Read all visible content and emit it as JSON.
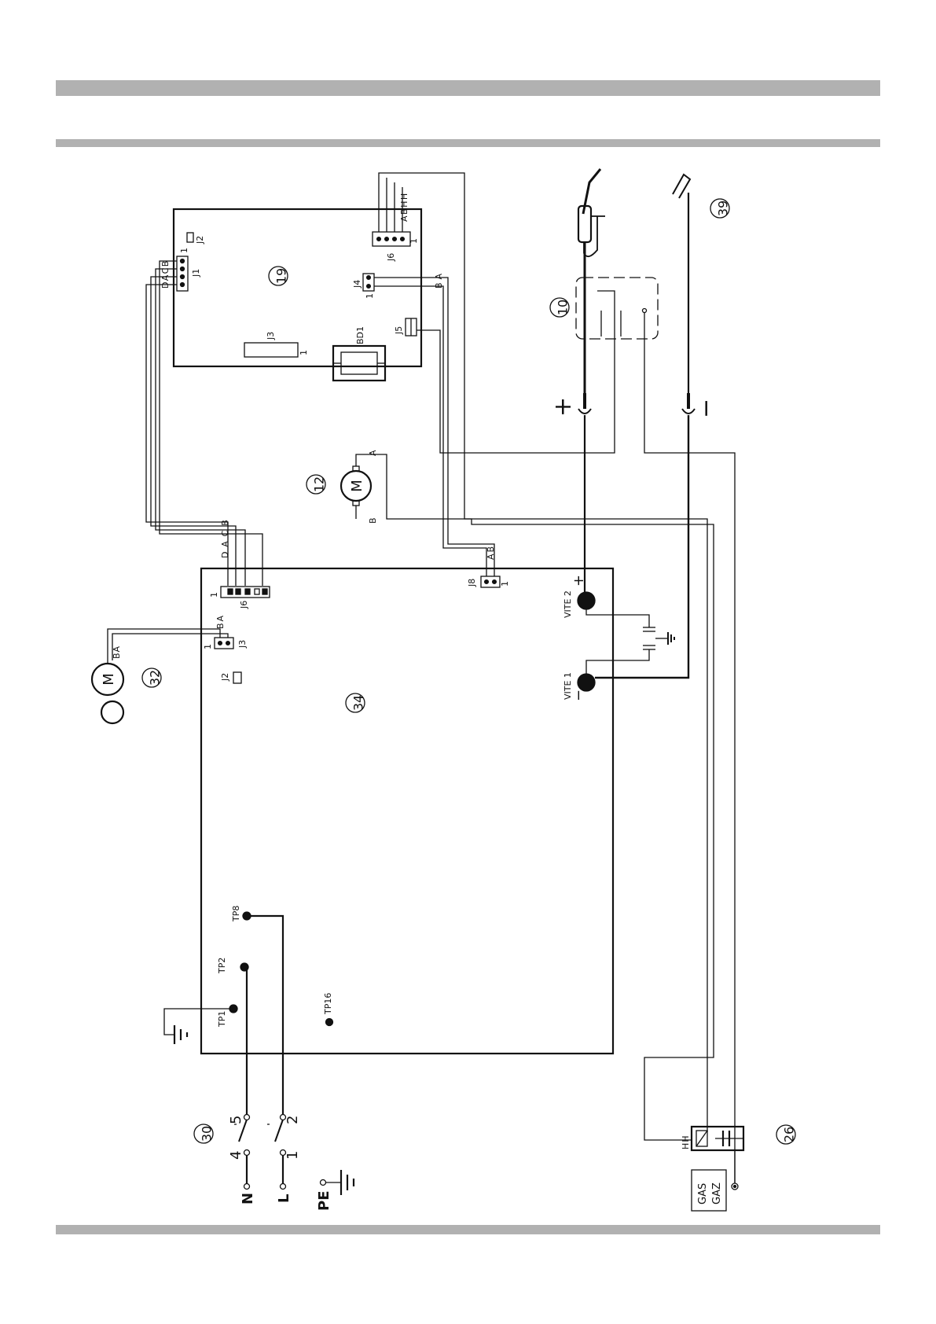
{
  "components": {
    "c19": "19",
    "c34": "34",
    "c12": "12",
    "c32": "32",
    "c10": "10",
    "c39": "39",
    "c30": "30",
    "c26": "26"
  },
  "board19": {
    "j1": "J1",
    "j2": "J2",
    "j3": "J3",
    "j4": "J4",
    "j5": "J5",
    "j6": "J6",
    "bd1": "BD1",
    "j1_pins": "DACB",
    "j6_pins": "ABHH",
    "j4_pins": "BA"
  },
  "board34": {
    "j2": "J2",
    "j3": "J3",
    "j6": "J6",
    "j8": "J8",
    "j6_pins": "DACB",
    "j3_pins": "BA",
    "j8_pins": "AB",
    "vite2": "VITE 2",
    "vite1": "VITE 1",
    "tp1": "TP1",
    "tp2": "TP2",
    "tp8": "TP8",
    "tp16": "TP16"
  },
  "pin_one": "1",
  "motor": {
    "symbol": "M",
    "pin_a": "A",
    "pin_b": "B",
    "fan_pins": "BA"
  },
  "polarity": {
    "plus": "+",
    "minus": "−"
  },
  "mains": {
    "n": "N",
    "l": "L",
    "pe": "PE",
    "sw_4": "4",
    "sw_5": "5",
    "sw_1": "1",
    "sw_2": "2"
  },
  "valve": {
    "gas": "GAS",
    "gaz": "GAZ",
    "pins": "HH"
  },
  "colors": {
    "line": "#111111",
    "bar": "#b1b1b1"
  }
}
